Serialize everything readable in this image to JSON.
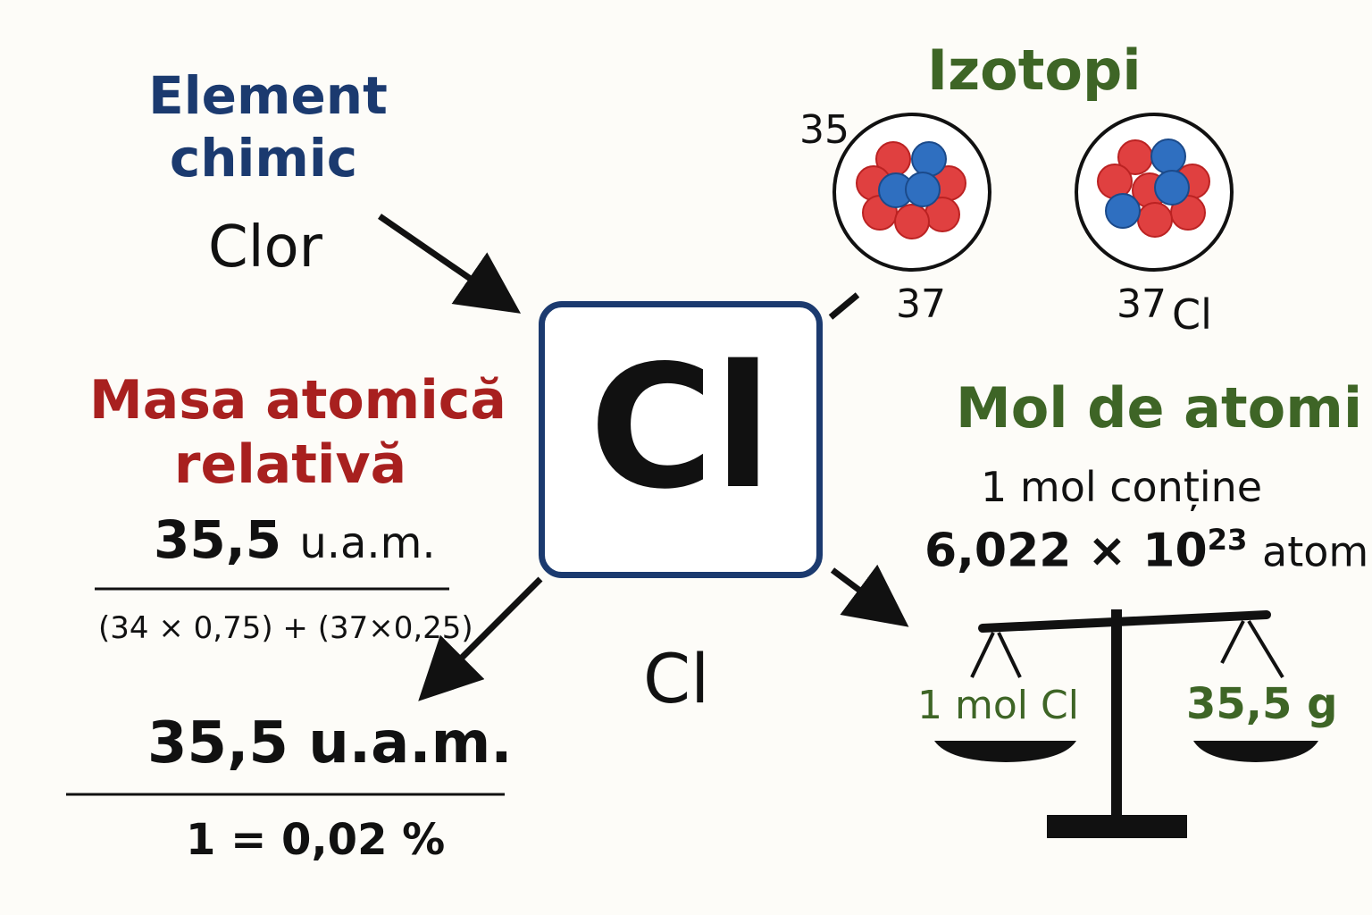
{
  "element": {
    "heading_line1": "Element",
    "heading_line2": "chimic",
    "name": "Clor"
  },
  "symbol": {
    "main": "Cl",
    "caption": "Cl"
  },
  "isotopes": {
    "heading": "Izotopi",
    "left_top_number": "35",
    "left_bottom_number": "37",
    "right_number": "37",
    "right_symbol": "Cl"
  },
  "atomic_mass": {
    "heading_line1": "Masa atomică",
    "heading_line2": "relativă",
    "value_top": "35,5",
    "unit_top": "u.a.m.",
    "formula": "(34 × 0,75) + (37×0,25)",
    "value_bottom": "35,5 u.a.m.",
    "note": "1 = 0,02 %"
  },
  "mole": {
    "heading": "Mol de atomi",
    "line1": "1 mol conține",
    "avogadro_base": "6,022 × 10",
    "avogadro_exp": "23",
    "avogadro_unit": "atomi",
    "scale_left": "1 mol Cl",
    "scale_right": "35,5 g"
  },
  "colors": {
    "blue": "#1b3a6f",
    "red": "#a8201f",
    "green": "#3e6526",
    "proton": "#e04040",
    "neutron": "#2f6fc0"
  }
}
